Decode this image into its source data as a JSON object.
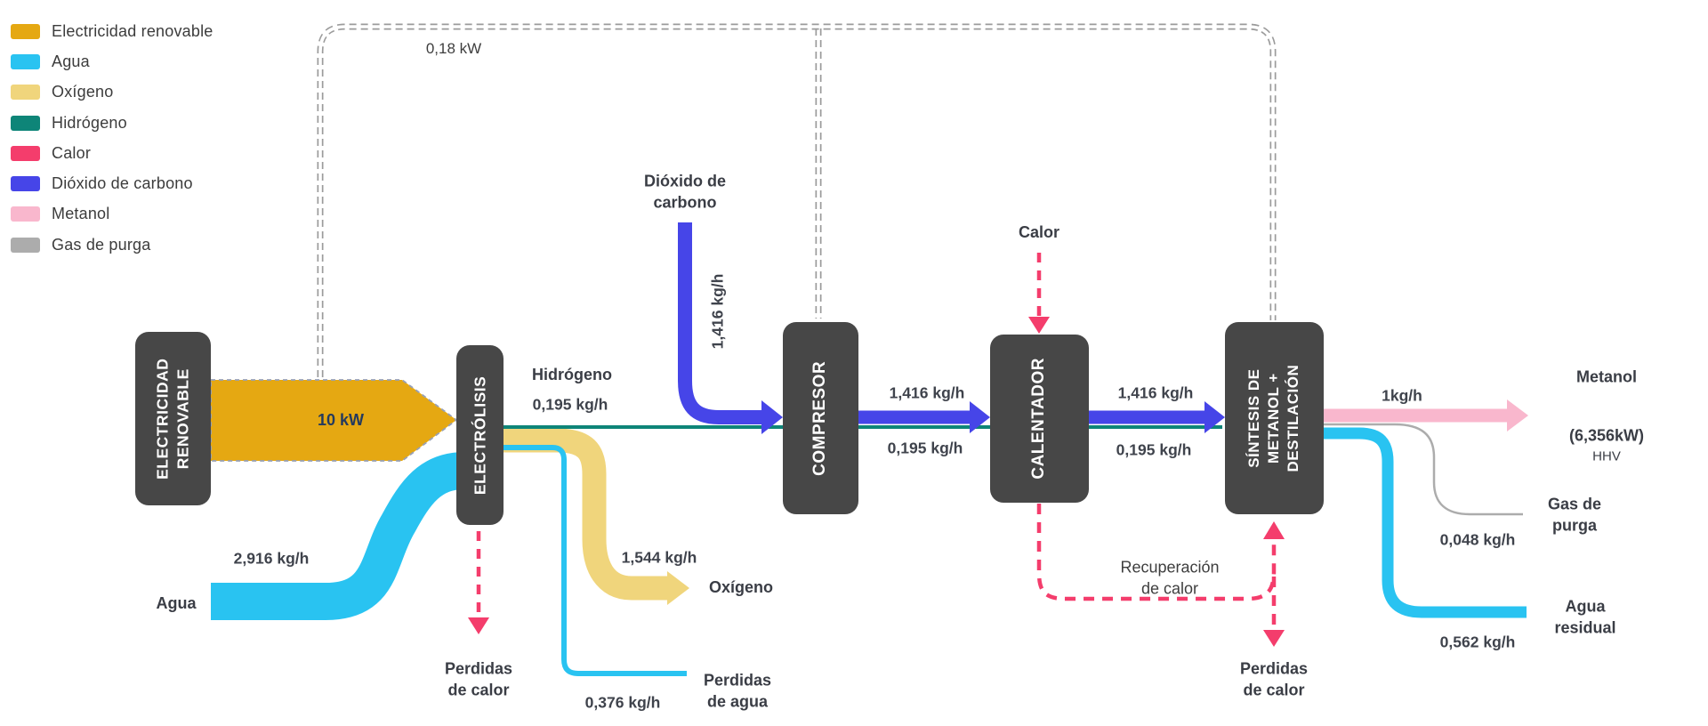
{
  "legend": {
    "items": [
      {
        "label": "Electricidad renovable",
        "color": "#E5A812"
      },
      {
        "label": "Agua",
        "color": "#29C3F1"
      },
      {
        "label": "Oxígeno",
        "color": "#F0D57C"
      },
      {
        "label": "Hidrógeno",
        "color": "#0E8578"
      },
      {
        "label": "Calor",
        "color": "#F43D6C"
      },
      {
        "label": "Dióxido de carbono",
        "color": "#4645E8"
      },
      {
        "label": "Metanol",
        "color": "#F9B7CD"
      },
      {
        "label": "Gas de purga",
        "color": "#ACACAC"
      }
    ]
  },
  "nodes": {
    "renewable": "ELECTRICIDAD\nRENOVABLE",
    "electrolysis": "ELECTRÓLISIS",
    "compressor": "COMPRESOR",
    "heater": "CALENTADOR",
    "synthesis": "SÍNTESIS DE\nMETANOL +\nDESTILACIÓN"
  },
  "labels": {
    "electricity_bypass": "0,18 kW",
    "electricity_main": "10 kW",
    "water_in_name": "Agua",
    "water_in_value": "2,916 kg/h",
    "hydrogen_name": "Hidrógeno",
    "hydrogen_value": "0,195 kg/h",
    "co2_name": "Dióxido de\ncarbono",
    "co2_value": "1,416 kg/h",
    "compressor_out_mass": "1,416 kg/h",
    "compressor_out_h2": "0,195 kg/h",
    "heat_in_name": "Calor",
    "heater_out_mass": "1,416 kg/h",
    "heater_out_h2": "0,195 kg/h",
    "oxygen_value": "1,544 kg/h",
    "oxygen_name": "Oxígeno",
    "water_loss_value": "0,376 kg/h",
    "water_loss_name": "Perdidas\nde agua",
    "heat_loss_electrolysis": "Perdidas\nde calor",
    "heat_recovery": "Recuperación\nde calor",
    "heat_loss_synthesis": "Perdidas\nde calor",
    "methanol_value": "1kg/h",
    "methanol_name": "Metanol",
    "methanol_power": "(6,356kW)",
    "methanol_suffix": "HHV",
    "purge_name": "Gas de\npurga",
    "purge_value": "0,048 kg/h",
    "wastewater_name": "Agua\nresidual",
    "wastewater_value": "0,562 kg/h"
  }
}
